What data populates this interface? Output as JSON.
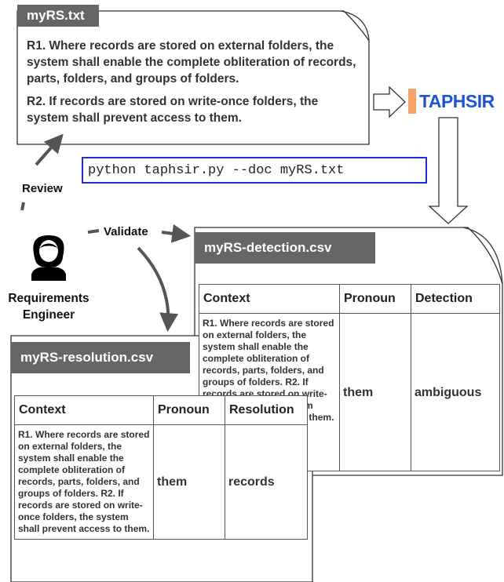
{
  "input_doc": {
    "filename": "myRS.txt",
    "requirements": [
      "R1. Where records are stored on external folders, the system shall enable the complete obliteration of records, parts, folders, and groups of folders.",
      "R2. If records are stored on write-once folders, the system shall prevent access to them."
    ]
  },
  "tool": {
    "name": "TAPHSIR",
    "command": "python taphsir.py --doc myRS.txt"
  },
  "actor": {
    "role": "Requirements Engineer",
    "review_label": "Review",
    "validate_label": "Validate"
  },
  "detection": {
    "filename": "myRS-detection.csv",
    "headers": [
      "Context",
      "Pronoun",
      "Detection"
    ],
    "row": {
      "context": "R1. Where records are stored on external folders, the system shall enable the complete obliteration of records, parts, folders, and groups of folders. R2. If records are stored on write-once folders, the system shall prevent access to them.",
      "pronoun": "them",
      "detection": "ambiguous"
    }
  },
  "resolution": {
    "filename": "myRS-resolution.csv",
    "headers": [
      "Context",
      "Pronoun",
      "Resolution"
    ],
    "row": {
      "context": "R1. Where records are stored on external folders, the system shall enable the complete obliteration of records, parts, folders, and groups of folders. R2. If records are stored on write-once folders, the system shall prevent access to them.",
      "pronoun": "them",
      "resolution": "records"
    }
  },
  "colors": {
    "tab": "#666666",
    "command_border": "#1f2fd1",
    "ambiguous": "#e8251b",
    "records": "#1a3fe0",
    "logo": "#1f52d6",
    "logo_accent": "#f6a36a"
  }
}
